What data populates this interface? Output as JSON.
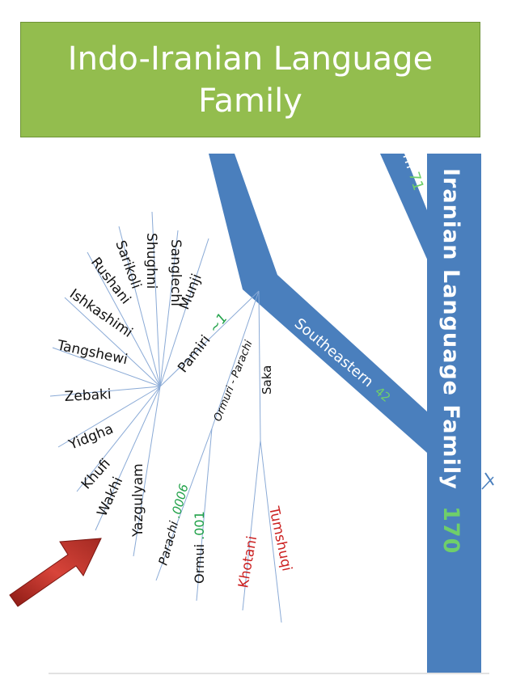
{
  "title": "Indo-Iranian Language Family",
  "colors": {
    "header_bg": "#93bd4e",
    "branch_blue": "#4a7fbd",
    "branch_text": "#ffffff",
    "count_green": "#22a24a",
    "leaf_black": "#111111",
    "leaf_red": "#cc2222",
    "line_blue": "#8aaad6",
    "arrow_red": "#c0392b"
  },
  "trunk": {
    "label": "Iranian Language Family",
    "count": "170"
  },
  "branches": {
    "northeastern_partial": {
      "label_fragment": "rn",
      "count": "71"
    },
    "southeastern": {
      "label": "Southeastern",
      "count": "42"
    },
    "pamiri": {
      "label": "Pamiri",
      "count": "~1"
    },
    "ormuri_parachi": {
      "label": "Ormuri - Parachi"
    },
    "saka": {
      "label": "Saka"
    }
  },
  "pamiri_languages": [
    "Munji",
    "Sanglechi",
    "Shughni",
    "Sarikoli",
    "Rushani",
    "Ishkashimi",
    "Tangshewi",
    "Zebaki",
    "Yidgha",
    "Khufi",
    "Wakhi",
    "Yazgulyam"
  ],
  "ormuri_parachi_languages": [
    {
      "name": "Parachi",
      "count": ".0006"
    },
    {
      "name": "Ormui",
      "count": ".001"
    }
  ],
  "saka_languages": [
    "Khotani",
    "Tumshuqi"
  ]
}
